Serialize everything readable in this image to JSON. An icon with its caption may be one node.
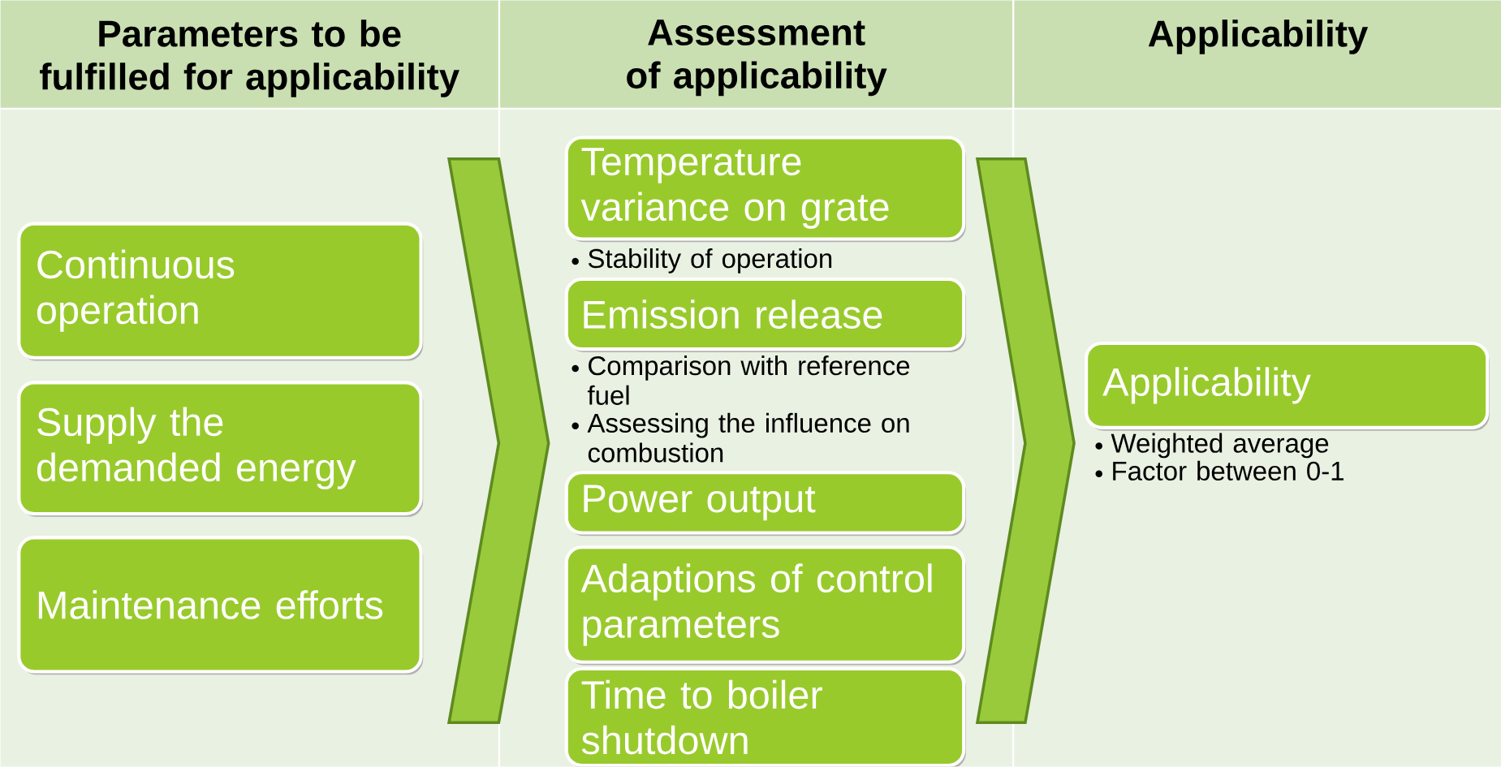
{
  "diagram": {
    "nodes": [
      {
        "text": [
          "Parameters to be fulfilled for applicability"
        ]
      },
      {
        "text": [
          "Assessment of applicability"
        ]
      },
      {
        "text": [
          "Applicability"
        ]
      },
      {
        "text": [],
        "shape": "box"
      },
      {
        "text": [],
        "shape": "box"
      },
      {
        "text": [],
        "shape": "box"
      },
      {
        "text": [
          "Continuous operation"
        ],
        "in": 3
      },
      {
        "text": [
          "Supply the demanded energy"
        ],
        "in": 3
      },
      {
        "text": [
          "Maintenance efforts"
        ],
        "in": 3
      },
      {
        "text": [
          "Temperature variance on grate"
        ],
        "in": 4,
        "beside": [
          "Stability of operation"
        ]
      },
      {
        "text": [
          "Emission release"
        ],
        "in": 4,
        "beside": [
          "Comparison with reference fuel",
          "Assessing the influence on combustion"
        ]
      },
      {
        "text": [
          "Power output"
        ],
        "in": 4
      },
      {
        "text": [
          "Adaptions of control parameters"
        ],
        "in": 4
      },
      {
        "text": [
          "Time to boiler shutdown"
        ],
        "in": 4
      },
      {
        "text": [
          "Applicability"
        ],
        "in": 5,
        "beside": [
          "Weighted average",
          "Factor between 0-1"
        ]
      }
    ],
    "edges": [
      {
        "from": 3,
        "to": 4,
        "arrow": "to"
      },
      {
        "from": 4,
        "to": 5,
        "arrow": "to"
      }
    ]
  }
}
